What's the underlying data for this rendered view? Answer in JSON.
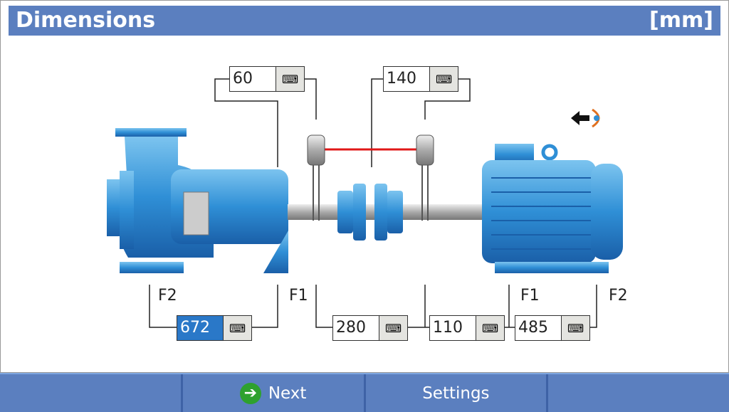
{
  "header": {
    "title": "Dimensions",
    "unit": "[mm]"
  },
  "fields": [
    {
      "name": "sensor-to-coupling-left",
      "value": "60",
      "selected": false
    },
    {
      "name": "sensor-to-coupling-right",
      "value": "140",
      "selected": false
    },
    {
      "name": "pump-feet-distance",
      "value": "672",
      "selected": true
    },
    {
      "name": "pump-f1-to-sensor",
      "value": "280",
      "selected": false
    },
    {
      "name": "sensor-to-motor-f1",
      "value": "110",
      "selected": false
    },
    {
      "name": "motor-feet-distance",
      "value": "485",
      "selected": false
    }
  ],
  "labels": {
    "pump_f2": "F2",
    "pump_f1": "F1",
    "motor_f1": "F1",
    "motor_f2": "F2"
  },
  "footer": {
    "btn1": "",
    "next": "Next",
    "settings": "Settings",
    "btn4": ""
  },
  "colors": {
    "title": "#5b7fbf",
    "selected": "#2a78c8",
    "laser": "#e01818"
  }
}
